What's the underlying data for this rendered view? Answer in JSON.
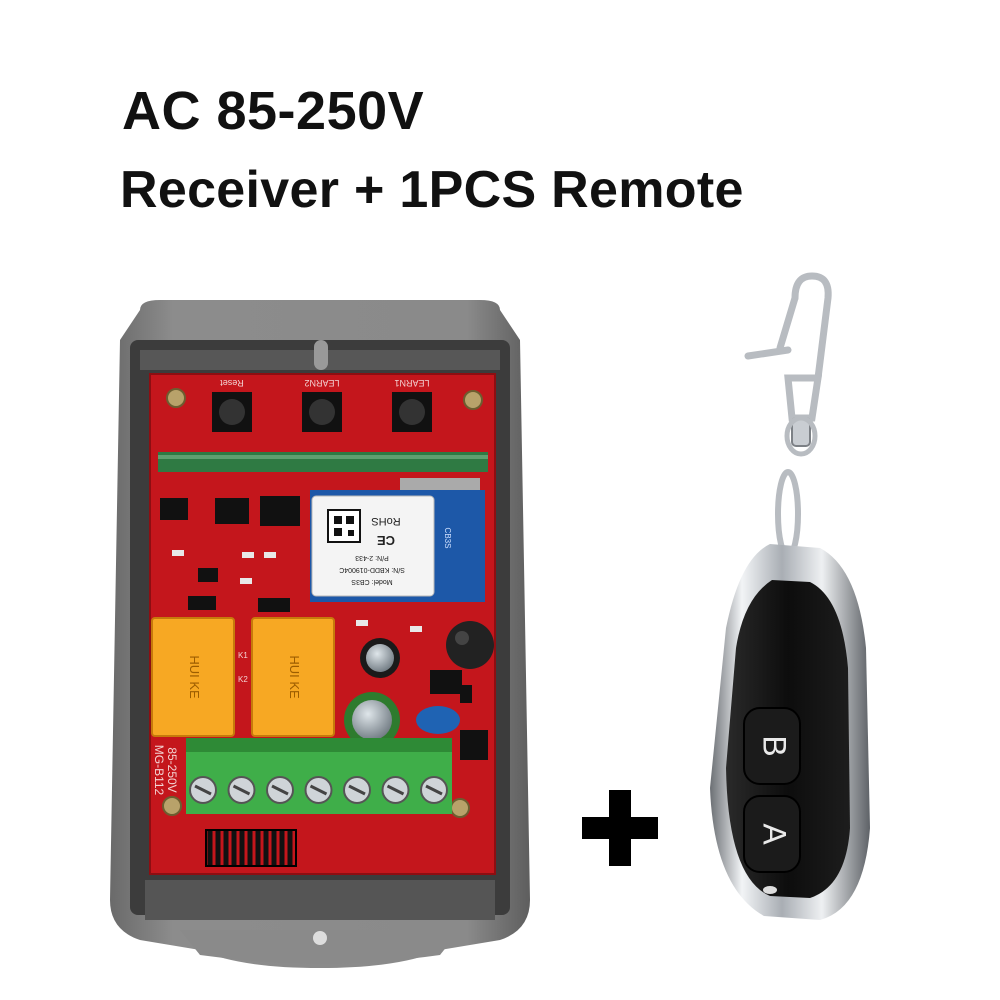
{
  "headline": {
    "line1": "AC 85-250V",
    "line2": "Receiver + 1PCS Remote"
  },
  "receiver": {
    "button_labels": [
      "Reset",
      "LEARN2",
      "LEARN1"
    ],
    "module_text": {
      "rohs": "RoHS",
      "ce": "CE",
      "pn": "P/N: 2-433",
      "sn": "S/N: KBDD-019004C",
      "model": "Model: CB3S",
      "antenna_label": "CB3S"
    },
    "relay_brand": "HUI KE",
    "terminal_label": "85-250V",
    "board_model": "MG-B112",
    "relay_indicators": [
      "K1",
      "K2"
    ],
    "terminal_count": 7
  },
  "remote": {
    "buttons": [
      "B",
      "A"
    ]
  },
  "colors": {
    "pcb_red": "#c4161c",
    "housing_grey": "#7c7c7c",
    "relay_orange": "#f7a823",
    "terminal_green": "#3fae49",
    "remote_black": "#111111",
    "chrome": "#c9cdd2"
  },
  "separator_icon": "plus-icon"
}
